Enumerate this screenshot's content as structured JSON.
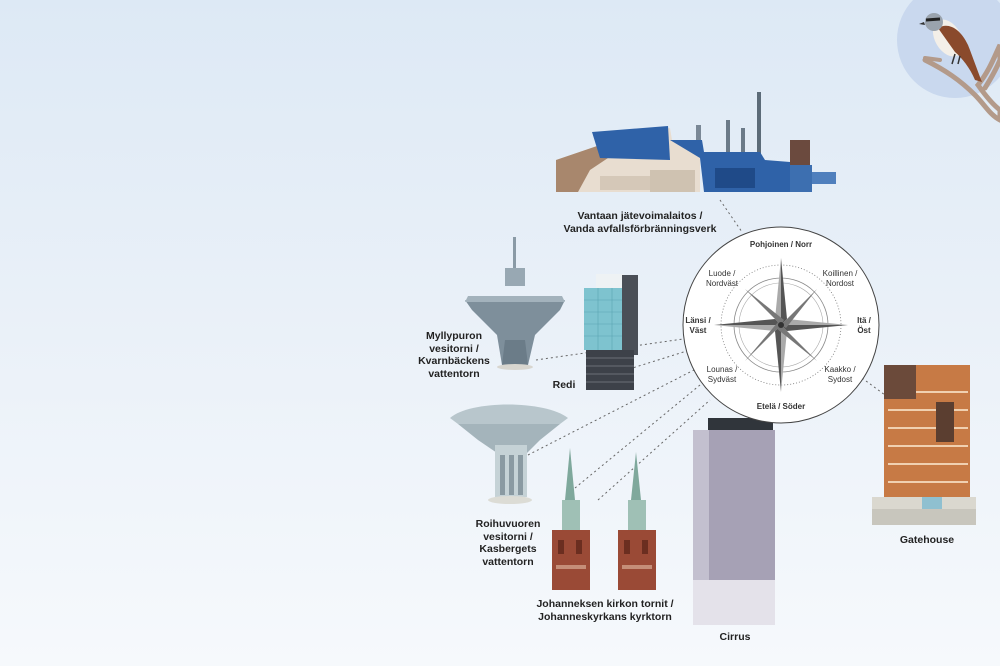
{
  "labels": {
    "vantaa": [
      "Vantaan jätevoimalaitos /",
      "Vanda avfallsförbränningsverk"
    ],
    "myllypuro": [
      "Myllypuron",
      "vesitorni /",
      "Kvarnbäckens",
      "vattentorn"
    ],
    "redi": [
      "Redi"
    ],
    "roihuvuori": [
      "Roihuvuoren",
      "vesitorni /",
      "Kasbergets",
      "vattentorn"
    ],
    "johannes": [
      "Johanneksen kirkon tornit /",
      "Johanneskyrkans kyrktorn"
    ],
    "cirrus": [
      "Cirrus"
    ],
    "gatehouse": [
      "Gatehouse"
    ]
  },
  "compass": {
    "north": "Pohjoinen / Norr",
    "northeast": [
      "Koillinen /",
      "Nordost"
    ],
    "east": [
      "Itä /",
      "Öst"
    ],
    "southeast": [
      "Kaakko /",
      "Sydost"
    ],
    "south": "Etelä / Söder",
    "southwest": [
      "Lounas /",
      "Sydväst"
    ],
    "west": [
      "Länsi /",
      "Väst"
    ],
    "northwest": [
      "Luode /",
      "Nordväst"
    ]
  },
  "colors": {
    "accent_blue": "#2f62a8",
    "brick": "#9a4a36",
    "copper_green": "#8fb3a7",
    "sky_top": "#dde9f5",
    "bird_circle": "#c9d8ee"
  },
  "icons": {
    "bird": "shrike-bird-icon",
    "compass": "compass-rose-icon"
  }
}
